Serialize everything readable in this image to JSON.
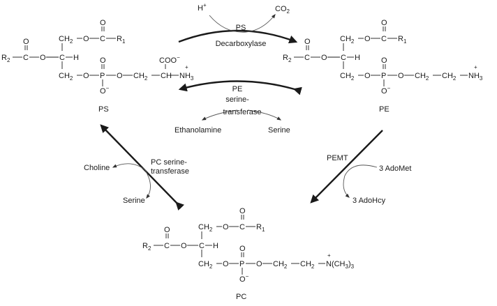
{
  "compounds": {
    "ps": {
      "label": "PS",
      "r1": "R",
      "r1_sub": "1",
      "r2": "R",
      "r2_sub": "2",
      "ch2": "CH",
      "ch2_sub": "2",
      "c": "C",
      "o": "O",
      "ch": "C",
      "h": "H",
      "p": "P",
      "o_minus": "O",
      "minus": "−",
      "carboxylate": "COO",
      "carboxylate_charge": "−",
      "amine": "NH",
      "amine_sub": "3",
      "amine_charge": "+"
    },
    "pe": {
      "label": "PE",
      "r1": "R",
      "r1_sub": "1",
      "r2": "R",
      "r2_sub": "2",
      "ch2": "CH",
      "ch2_sub": "2",
      "c": "C",
      "o": "O",
      "ch": "C",
      "h": "H",
      "p": "P",
      "o_minus": "O",
      "minus": "−",
      "amine": "NH",
      "amine_sub": "3",
      "amine_charge": "+"
    },
    "pc": {
      "label": "PC",
      "r1": "R",
      "r1_sub": "1",
      "r2": "R",
      "r2_sub": "2",
      "ch2": "CH",
      "ch2_sub": "2",
      "c": "C",
      "o": "O",
      "ch": "C",
      "h": "H",
      "p": "P",
      "o_minus": "O",
      "minus": "−",
      "choline_n": "N(CH",
      "choline_sub": "3",
      "choline_close": ")",
      "choline_sub2": "3",
      "choline_charge": "+"
    }
  },
  "reactions": {
    "decarboxylase": {
      "enzyme_line1": "PS",
      "enzyme_line2": "Decarboxylase",
      "input": "H",
      "input_charge": "+",
      "output": "CO",
      "output_sub": "2"
    },
    "pe_serine_transferase": {
      "enzyme_line1": "PE",
      "enzyme_line2": "serine-",
      "enzyme_line3": "transferase",
      "product_left": "Ethanolamine",
      "product_right": "Serine"
    },
    "pc_serine_transferase": {
      "enzyme_line1": "PC serine-",
      "enzyme_line2": "transferase",
      "input": "Choline",
      "output": "Serine"
    },
    "pemt": {
      "enzyme": "PEMT",
      "input": "3 AdoMet",
      "output": "3 AdoHcy"
    }
  }
}
